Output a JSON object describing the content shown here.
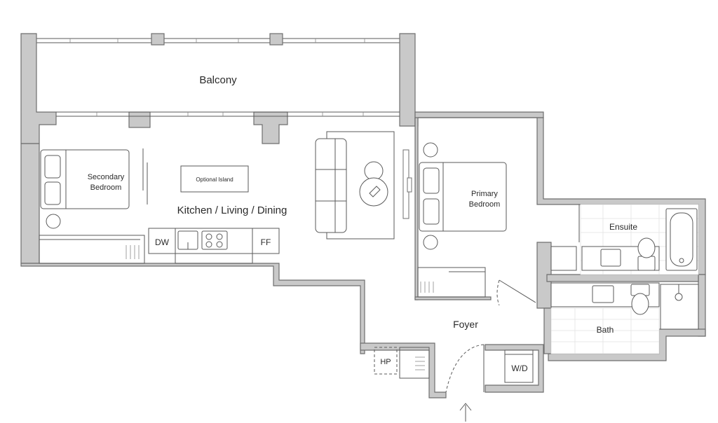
{
  "rooms": {
    "balcony": "Balcony",
    "secondary_bedroom_line1": "Secondary",
    "secondary_bedroom_line2": "Bedroom",
    "optional_island": "Optional Island",
    "kitchen_living_dining": "Kitchen / Living / Dining",
    "primary_bedroom_line1": "Primary",
    "primary_bedroom_line2": "Bedroom",
    "ensuite": "Ensuite",
    "foyer": "Foyer",
    "bath": "Bath"
  },
  "fixtures": {
    "dw": "DW",
    "ff": "FF",
    "hp": "HP",
    "wd": "W/D"
  }
}
